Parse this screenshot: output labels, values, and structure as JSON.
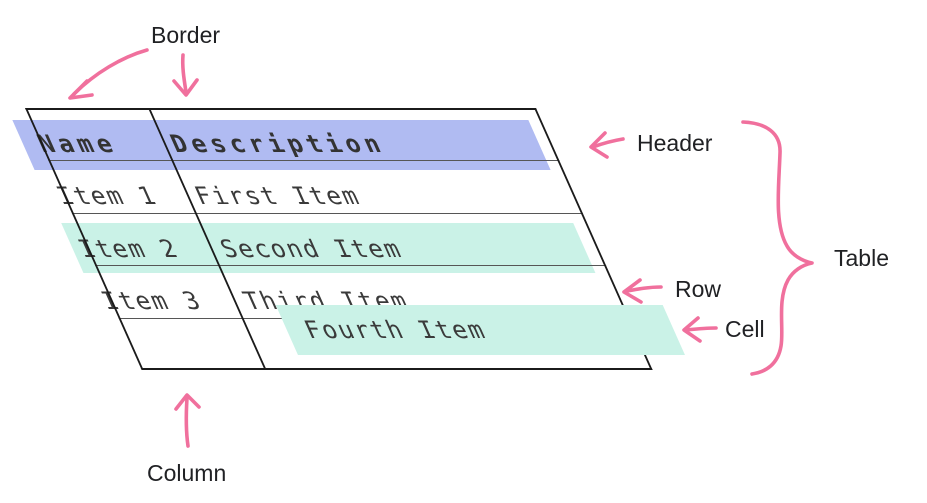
{
  "colors": {
    "pink": "#f0709d",
    "purple": "#b0bbf2",
    "teal": "#caf2e7",
    "ink": "#1b1b1b",
    "grid": "#565656",
    "text": "#3a3a3a",
    "label": "#202124",
    "background": "#ffffff"
  },
  "annotations": {
    "border": "Border",
    "header": "Header",
    "table": "Table",
    "row": "Row",
    "cell": "Cell",
    "column": "Column"
  },
  "table": {
    "header": [
      "Name",
      "Description"
    ],
    "rows": [
      [
        "Item 1",
        "First Item"
      ],
      [
        "Item 2",
        "Second Item"
      ],
      [
        "Item 3",
        "Third Item"
      ],
      [
        "",
        "Fourth Item"
      ]
    ]
  }
}
